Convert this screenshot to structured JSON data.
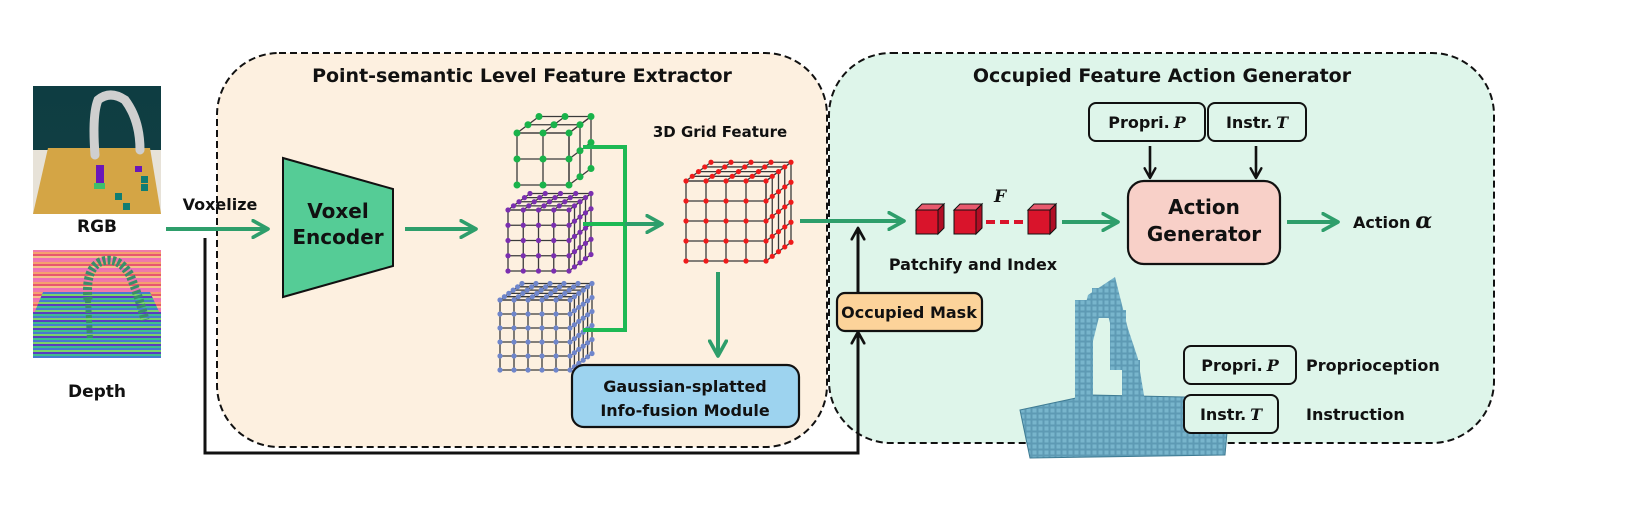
{
  "colors": {
    "left_panel_bg": "#fdf0e0",
    "right_panel_bg": "#def5ea",
    "arrow_green": "#2e9e6b",
    "bracket_green": "#1db954",
    "encoder_fill": "#55cc96",
    "gaussian_fill": "#9dd3ef",
    "action_gen_fill": "#f8d0c8",
    "occupied_mask_fill": "#fcd39a",
    "token_red": "#d9142b",
    "voxel_blue": "#5e9ab4",
    "grid_green": "#19b34a",
    "grid_purple": "#7b2fb0",
    "grid_blue": "#6f86cc",
    "grid_red": "#ee1b1b"
  },
  "inputs": {
    "rgb_label": "RGB",
    "depth_label": "Depth",
    "voxelize_label": "Voxelize"
  },
  "left_panel": {
    "title": "Point-semantic Level Feature Extractor",
    "encoder_line1": "Voxel",
    "encoder_line2": "Encoder",
    "grid_feature_label": "3D Grid Feature",
    "gaussian_line1": "Gaussian-splatted",
    "gaussian_line2": "Info-fusion Module",
    "grid_scales": [
      {
        "name": "coarse",
        "color": "grid_green",
        "divisions": 2
      },
      {
        "name": "medium",
        "color": "grid_purple",
        "divisions": 4
      },
      {
        "name": "fine",
        "color": "grid_blue",
        "divisions": 5
      }
    ]
  },
  "right_panel": {
    "title": "Occupied Feature Action Generator",
    "feature_symbol": "F",
    "patchify_label": "Patchify and Index",
    "occupied_mask_label": "Occupied Mask",
    "propri_prefix": "Propri.",
    "propri_symbol": "P",
    "instr_prefix": "Instr.",
    "instr_symbol": "T",
    "action_gen_line1": "Action",
    "action_gen_line2": "Generator",
    "action_output_prefix": "Action",
    "action_output_symbol": "α",
    "legend": [
      {
        "prefix": "Propri.",
        "symbol": "P",
        "meaning": "Proprioception"
      },
      {
        "prefix": "Instr.",
        "symbol": "T",
        "meaning": "Instruction"
      }
    ]
  }
}
